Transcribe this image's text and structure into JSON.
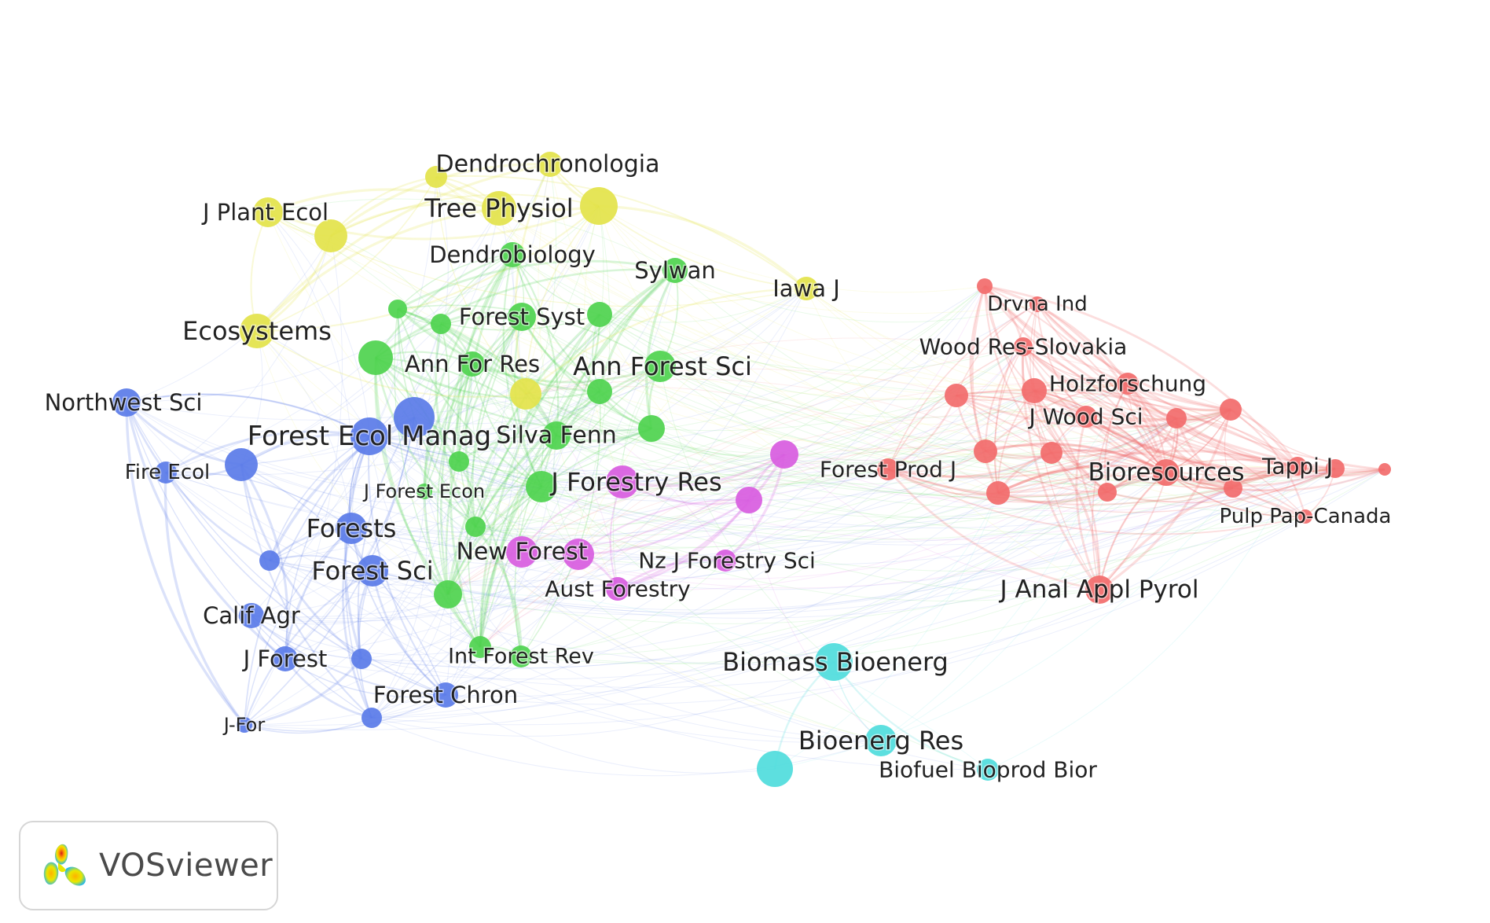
{
  "clusters": {
    "red": "#f26b6b",
    "green": "#4ed24e",
    "blue": "#5a7be8",
    "yellow": "#e3e34a",
    "purple": "#d85ce0",
    "cyan": "#4fdcdc"
  },
  "nodes": [
    {
      "id": "forest-ecol-manag",
      "label": "Forest Ecol Manag",
      "cluster": "blue"
    },
    {
      "id": "forests",
      "label": "Forests",
      "cluster": "blue"
    },
    {
      "id": "forest-sci",
      "label": "Forest Sci",
      "cluster": "blue"
    },
    {
      "id": "northwest-sci",
      "label": "Northwest Sci",
      "cluster": "blue"
    },
    {
      "id": "fire-ecol",
      "label": "Fire Ecol",
      "cluster": "blue"
    },
    {
      "id": "calif-agr",
      "label": "Calif Agr",
      "cluster": "blue"
    },
    {
      "id": "j-forest",
      "label": "J Forest",
      "cluster": "blue"
    },
    {
      "id": "j-for",
      "label": "J-For",
      "cluster": "blue"
    },
    {
      "id": "forest-chron",
      "label": "Forest Chron",
      "cluster": "blue"
    },
    {
      "id": "blue-a",
      "label": "",
      "cluster": "blue"
    },
    {
      "id": "blue-b",
      "label": "",
      "cluster": "blue"
    },
    {
      "id": "blue-c",
      "label": "",
      "cluster": "blue"
    },
    {
      "id": "blue-d",
      "label": "",
      "cluster": "blue"
    },
    {
      "id": "blue-e",
      "label": "",
      "cluster": "blue"
    },
    {
      "id": "ann-for-res",
      "label": "Ann For Res",
      "cluster": "green"
    },
    {
      "id": "ann-forest-sci",
      "label": "Ann Forest Sci",
      "cluster": "green"
    },
    {
      "id": "silva-fenn",
      "label": "Silva Fenn",
      "cluster": "green"
    },
    {
      "id": "forest-syst",
      "label": "Forest Syst",
      "cluster": "green"
    },
    {
      "id": "dendrobiology",
      "label": "Dendrobiology",
      "cluster": "green"
    },
    {
      "id": "sylwan",
      "label": "Sylwan",
      "cluster": "green"
    },
    {
      "id": "j-forest-econ",
      "label": "J Forest Econ",
      "cluster": "green"
    },
    {
      "id": "int-forest-rev",
      "label": "Int Forest Rev",
      "cluster": "green"
    },
    {
      "id": "green-a",
      "label": "",
      "cluster": "green"
    },
    {
      "id": "green-b",
      "label": "",
      "cluster": "green"
    },
    {
      "id": "green-c",
      "label": "",
      "cluster": "green"
    },
    {
      "id": "green-d",
      "label": "",
      "cluster": "green"
    },
    {
      "id": "green-e",
      "label": "",
      "cluster": "green"
    },
    {
      "id": "green-f",
      "label": "",
      "cluster": "green"
    },
    {
      "id": "green-g",
      "label": "",
      "cluster": "green"
    },
    {
      "id": "green-h",
      "label": "",
      "cluster": "green"
    },
    {
      "id": "green-i",
      "label": "",
      "cluster": "green"
    },
    {
      "id": "dendrochronologia",
      "label": "Dendrochronologia",
      "cluster": "yellow"
    },
    {
      "id": "tree-physiol",
      "label": "Tree Physiol",
      "cluster": "yellow"
    },
    {
      "id": "j-plant-ecol",
      "label": "J Plant Ecol",
      "cluster": "yellow"
    },
    {
      "id": "ecosystems",
      "label": "Ecosystems",
      "cluster": "yellow"
    },
    {
      "id": "iawa-j",
      "label": "Iawa J",
      "cluster": "yellow"
    },
    {
      "id": "yellow-a",
      "label": "",
      "cluster": "yellow"
    },
    {
      "id": "yellow-b",
      "label": "",
      "cluster": "yellow"
    },
    {
      "id": "yellow-c",
      "label": "",
      "cluster": "yellow"
    },
    {
      "id": "j-forestry-res",
      "label": "J Forestry Res",
      "cluster": "purple"
    },
    {
      "id": "new-forest",
      "label": "New Forest",
      "cluster": "purple"
    },
    {
      "id": "nz-j-forestry-sci",
      "label": "Nz J Forestry Sci",
      "cluster": "purple"
    },
    {
      "id": "aust-forestry",
      "label": "Aust Forestry",
      "cluster": "purple"
    },
    {
      "id": "purple-a",
      "label": "",
      "cluster": "purple"
    },
    {
      "id": "purple-b",
      "label": "",
      "cluster": "purple"
    },
    {
      "id": "purple-c",
      "label": "",
      "cluster": "purple"
    },
    {
      "id": "biomass-bioenerg",
      "label": "Biomass Bioenerg",
      "cluster": "cyan"
    },
    {
      "id": "bioenerg-res",
      "label": "Bioenerg Res",
      "cluster": "cyan"
    },
    {
      "id": "biofuel-bioprod-bior",
      "label": "Biofuel Bioprod Bior",
      "cluster": "cyan"
    },
    {
      "id": "cyan-a",
      "label": "",
      "cluster": "cyan"
    },
    {
      "id": "drvna-ind",
      "label": "Drvna Ind",
      "cluster": "red"
    },
    {
      "id": "wood-res-slovakia",
      "label": "Wood Res-Slovakia",
      "cluster": "red"
    },
    {
      "id": "holzforschung",
      "label": "Holzforschung",
      "cluster": "red"
    },
    {
      "id": "j-wood-sci",
      "label": "J Wood Sci",
      "cluster": "red"
    },
    {
      "id": "forest-prod-j",
      "label": "Forest Prod J",
      "cluster": "red"
    },
    {
      "id": "bioresources",
      "label": "Bioresources",
      "cluster": "red"
    },
    {
      "id": "tappi-j",
      "label": "Tappi J",
      "cluster": "red"
    },
    {
      "id": "pulp-pap-canada",
      "label": "Pulp Pap-Canada",
      "cluster": "red"
    },
    {
      "id": "j-anal-appl-pyrol",
      "label": "J Anal Appl Pyrol",
      "cluster": "red"
    },
    {
      "id": "red-a",
      "label": "",
      "cluster": "red"
    },
    {
      "id": "red-b",
      "label": "",
      "cluster": "red"
    },
    {
      "id": "red-c",
      "label": "",
      "cluster": "red"
    },
    {
      "id": "red-d",
      "label": "",
      "cluster": "red"
    },
    {
      "id": "red-e",
      "label": "",
      "cluster": "red"
    },
    {
      "id": "red-f",
      "label": "",
      "cluster": "red"
    },
    {
      "id": "red-g",
      "label": "",
      "cluster": "red"
    },
    {
      "id": "red-h",
      "label": "",
      "cluster": "red"
    },
    {
      "id": "red-i",
      "label": "",
      "cluster": "red"
    },
    {
      "id": "red-j",
      "label": "",
      "cluster": "red"
    }
  ],
  "logo": {
    "icon": "vosviewer-logo-icon",
    "text": "VOSviewer"
  }
}
